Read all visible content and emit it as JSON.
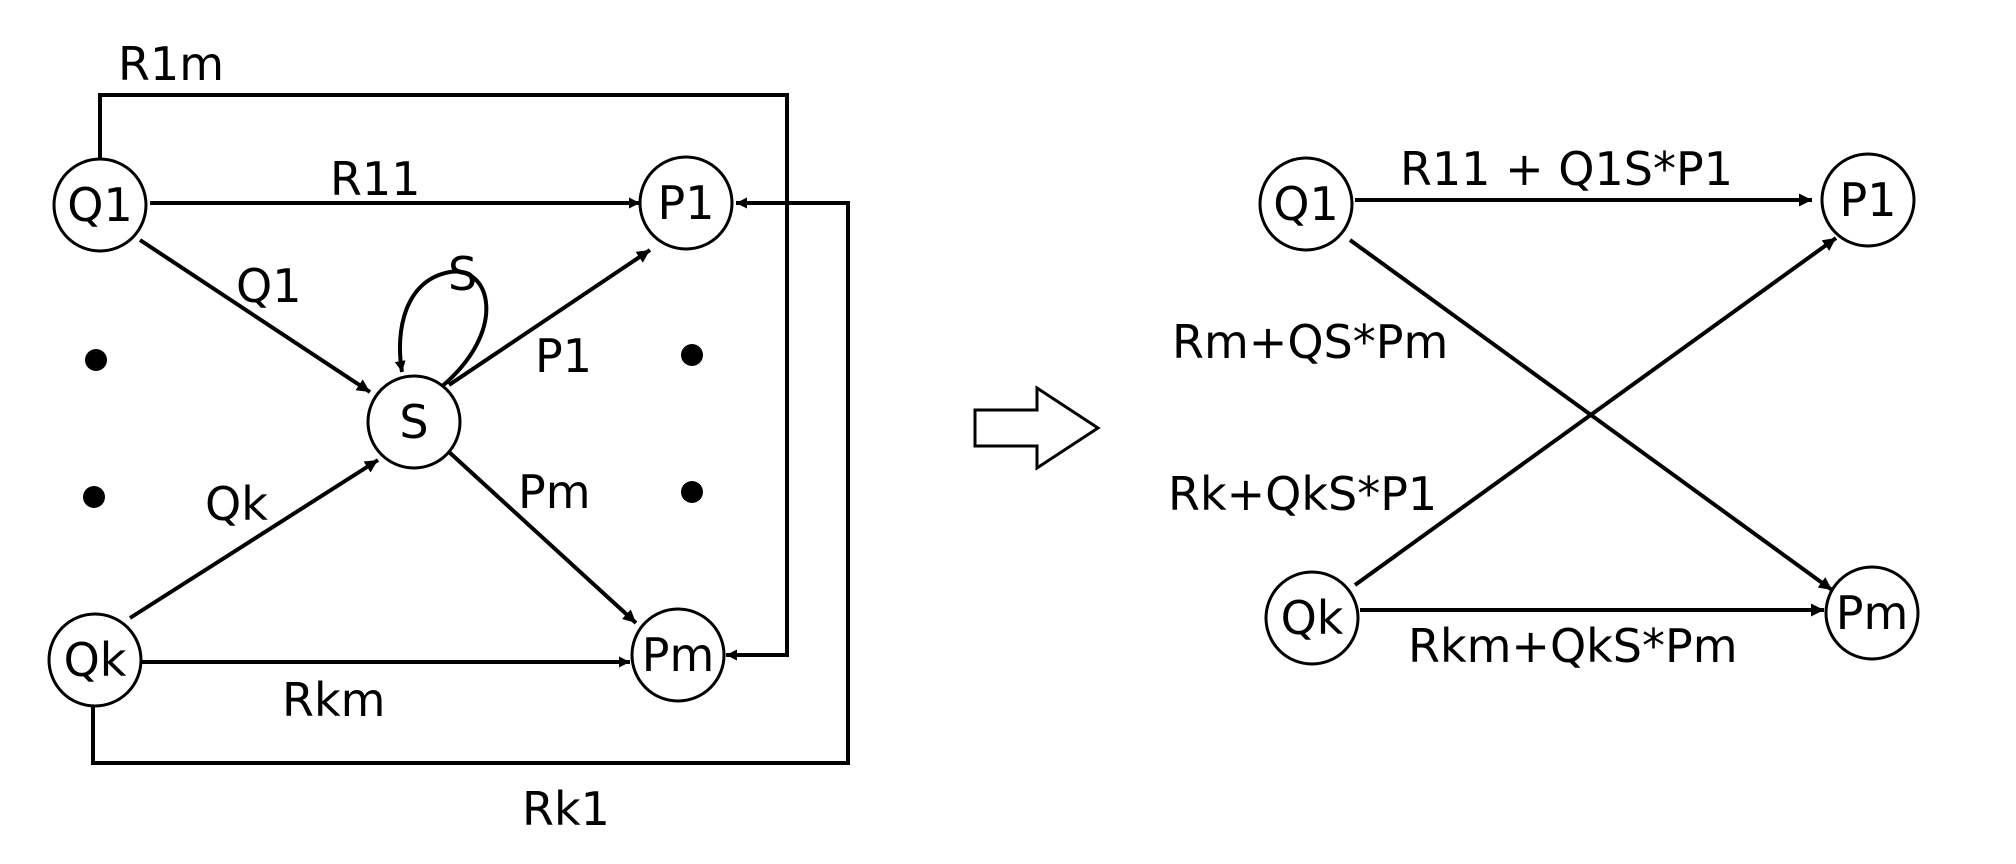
{
  "left": {
    "nodes": {
      "q1": "Q1",
      "qk": "Qk",
      "s": "S",
      "p1": "P1",
      "pm": "Pm"
    },
    "edges": {
      "r1m": "R1m",
      "r11": "R11",
      "q1": "Q1",
      "s_loop": "S",
      "p1": "P1",
      "qk": "Qk",
      "pm": "Pm",
      "rkm": "Rkm",
      "rk1": "Rk1"
    }
  },
  "right": {
    "nodes": {
      "q1": "Q1",
      "qk": "Qk",
      "p1": "P1",
      "pm": "Pm"
    },
    "edges": {
      "q1_p1": "R11 + Q1S*P1",
      "q1_pm": "Rm+QS*Pm",
      "qk_p1": "Rk+QkS*P1",
      "qk_pm": "Rkm+QkS*Pm"
    }
  }
}
